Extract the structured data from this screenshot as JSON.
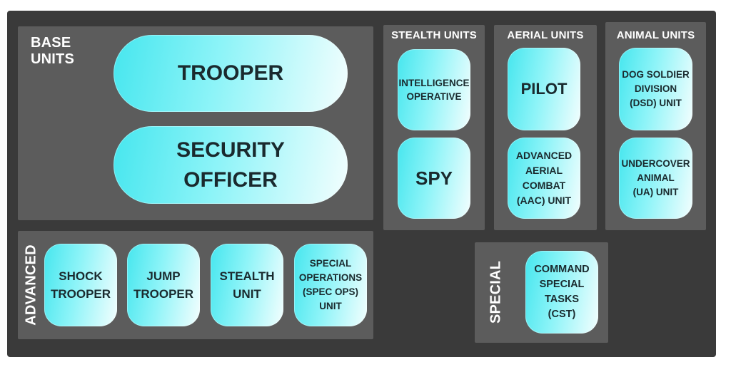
{
  "panels": {
    "base": {
      "title": "BASE\nUNITS",
      "units": [
        "TROOPER",
        "SECURITY\nOFFICER"
      ]
    },
    "stealth": {
      "title": "STEALTH UNITS",
      "units": [
        "INTELLIGENCE\nOPERATIVE",
        "SPY"
      ]
    },
    "aerial": {
      "title": "AERIAL UNITS",
      "units": [
        "PILOT",
        "ADVANCED\nAERIAL\nCOMBAT\n(AAC) UNIT"
      ]
    },
    "animal": {
      "title": "ANIMAL UNITS",
      "units": [
        "DOG SOLDIER\nDIVISION\n(DSD) UNIT",
        "UNDERCOVER\nANIMAL\n(UA) UNIT"
      ]
    },
    "advanced": {
      "title": "ADVANCED",
      "units": [
        "SHOCK\nTROOPER",
        "JUMP\nTROOPER",
        "STEALTH\nUNIT",
        "SPECIAL\nOPERATIONS\n(SPEC OPS)\nUNIT"
      ]
    },
    "special": {
      "title": "SPECIAL",
      "units": [
        "COMMAND\nSPECIAL\nTASKS\n(CST)"
      ]
    }
  },
  "colors": {
    "frame": "#3a3a3a",
    "panel": "#5c5c5c",
    "pill_start": "#46e6ee",
    "pill_end": "#f3fefe",
    "title_text": "#ffffff",
    "pill_text": "#1a2a2e"
  }
}
